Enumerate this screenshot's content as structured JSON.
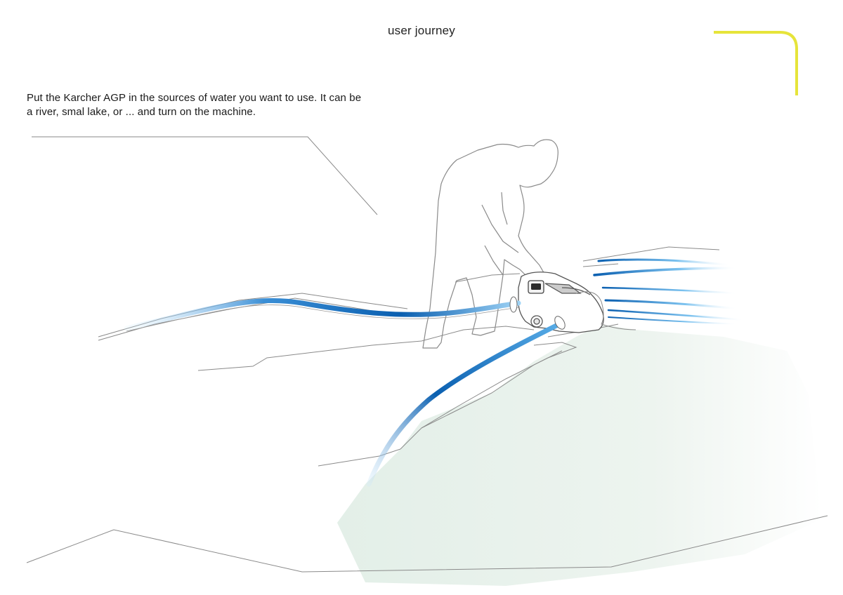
{
  "header": {
    "title": "user journey",
    "accent_color": "#e6e43a"
  },
  "caption": {
    "line1": "Put the Karcher  AGP in the sources of water you want to use. It can be",
    "line2": "a river, smal lake, or ...  and turn on the machine."
  },
  "illustration": {
    "subject": "person placing garden pump by water source",
    "hose_color_light": "#9fd3f5",
    "hose_color_dark": "#0a5fb0",
    "water_tint": "#e8f1ec",
    "line_color": "#8a8a8a"
  }
}
